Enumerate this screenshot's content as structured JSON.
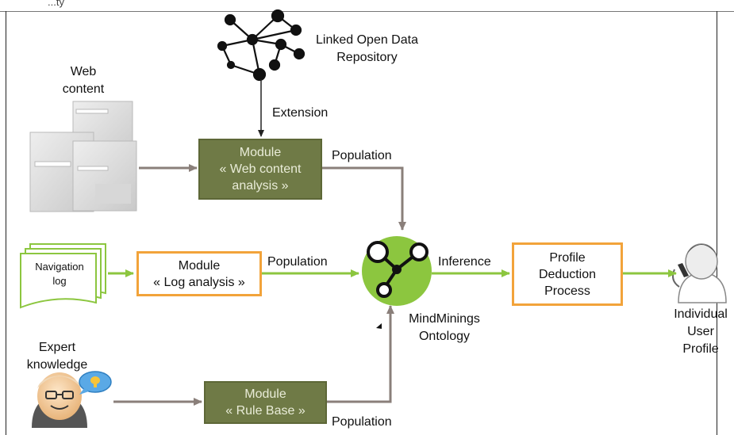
{
  "top_label": "...ty",
  "lod": {
    "line1": "Linked Open Data",
    "line2": "Repository"
  },
  "extension_label": "Extension",
  "web_content": {
    "line1": "Web",
    "line2": "content"
  },
  "module_web": {
    "line1": "Module",
    "line2": "« Web content",
    "line3": "analysis »"
  },
  "population_web": "Population",
  "nav_log": {
    "line1": "Navigation",
    "line2": "log"
  },
  "module_log": {
    "line1": "Module",
    "line2": "« Log analysis »"
  },
  "population_log": "Population",
  "inference_label": "Inference",
  "profile_box": {
    "line1": "Profile",
    "line2": "Deduction",
    "line3": "Process"
  },
  "ontology": {
    "line1": "MindMinings",
    "line2": "Ontology"
  },
  "individual": {
    "line1": "Individual",
    "line2": "User",
    "line3": "Profile"
  },
  "expert": {
    "line1": "Expert",
    "line2": "knowledge"
  },
  "module_rule": {
    "line1": "Module",
    "line2": "« Rule Base »"
  },
  "population_rule": "Population",
  "colors": {
    "green_box": "#6f7a46",
    "orange_border": "#f2a33a",
    "green_arrow": "#8cc63f",
    "gray_arrow": "#8a7f7a"
  }
}
